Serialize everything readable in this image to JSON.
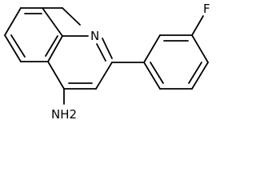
{
  "molecule": {
    "atoms": {
      "nitrogen": "N",
      "fluorine": "F",
      "amine": "NH2"
    }
  },
  "colors": {
    "bond": "#000000",
    "label": "#000000",
    "background": "#ffffff"
  }
}
